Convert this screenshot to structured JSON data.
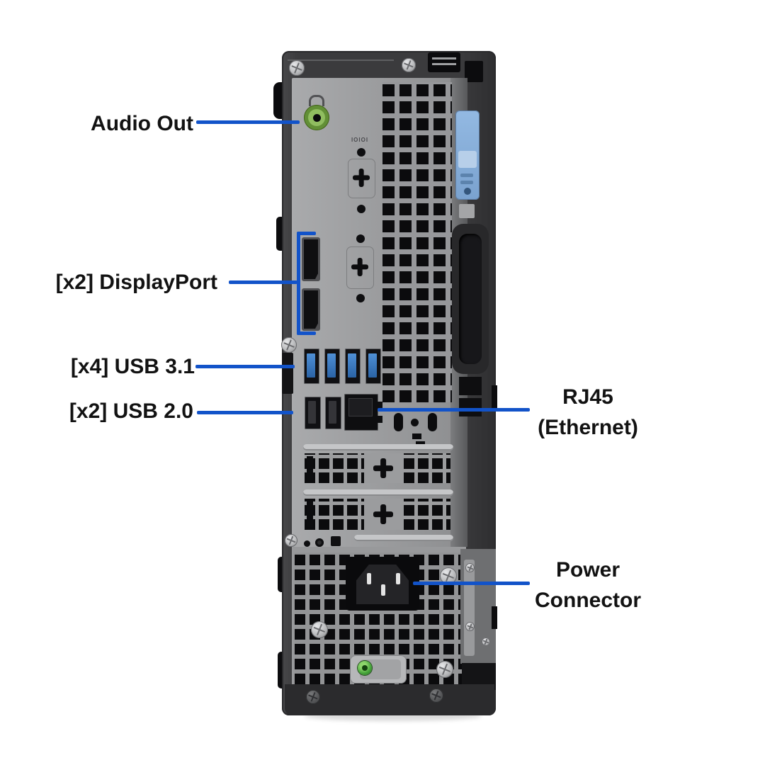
{
  "page": {
    "background_color": "#ffffff"
  },
  "annotations": {
    "line_color": "#1253c9",
    "text_color": "#121212",
    "left_labels": [
      {
        "id": "audio-out",
        "text": "Audio Out"
      },
      {
        "id": "displayport",
        "text": "[x2] DisplayPort"
      },
      {
        "id": "usb-3-1",
        "text": "[x4] USB 3.1"
      },
      {
        "id": "usb-2-0",
        "text": "[x2] USB 2.0"
      }
    ],
    "right_labels": [
      {
        "id": "rj45-ethernet",
        "line1": "RJ45",
        "line2": "(Ethernet)"
      },
      {
        "id": "power-connector",
        "line1": "Power",
        "line2": "Connector"
      }
    ]
  },
  "device": {
    "view": "desktop tower rear panel",
    "markings": {
      "serial_port_knockout": "IOIOI"
    },
    "ports": [
      {
        "type": "audio-out-jack",
        "count": 1,
        "color": "#7fae4d"
      },
      {
        "type": "displayport",
        "count": 2
      },
      {
        "type": "usb-3.1",
        "count": 4,
        "color": "#3a7bc4"
      },
      {
        "type": "usb-2.0",
        "count": 2
      },
      {
        "type": "rj45-ethernet",
        "count": 1
      },
      {
        "type": "c14-power-inlet",
        "count": 1
      }
    ],
    "indicators": [
      {
        "type": "power-led",
        "color": "#45a33a"
      }
    ],
    "hardware_colors": {
      "chassis": "#3b3b3d",
      "io_panel": "#9d9ea0",
      "vent_hole": "#0b0b0d",
      "lock_slider": "#8ab0d9"
    }
  }
}
